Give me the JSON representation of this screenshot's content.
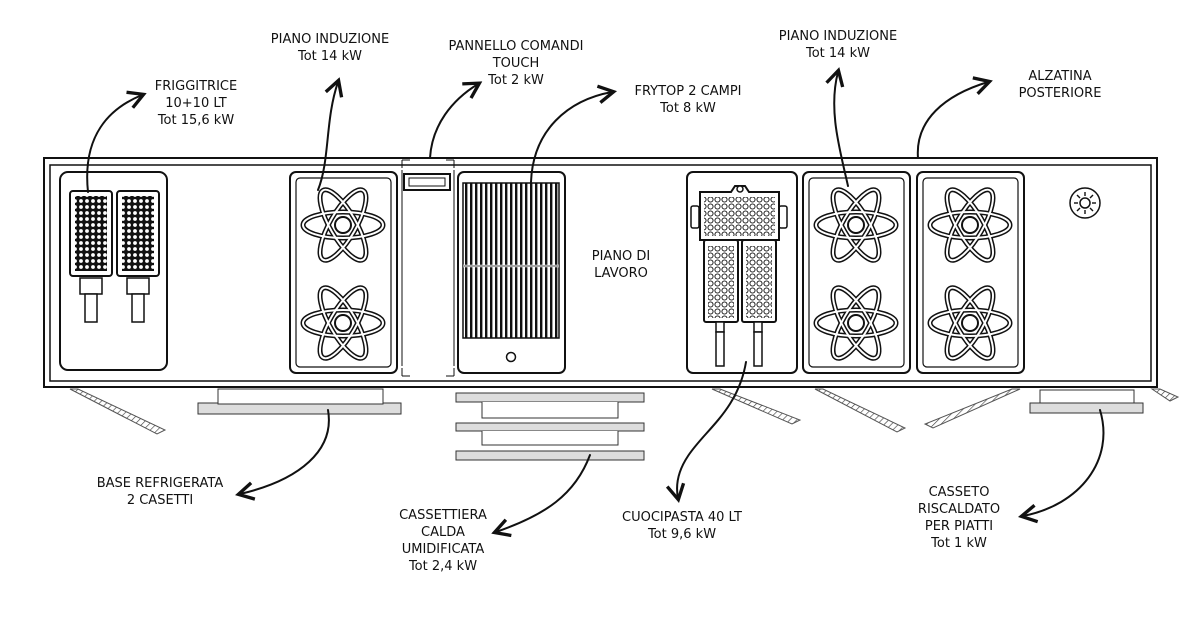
{
  "labels": {
    "friggitrice": {
      "l1": "FRIGGITRICE",
      "l2": "10+10 LT",
      "l3": "Tot 15,6 kW"
    },
    "induzione_1": {
      "l1": "PIANO INDUZIONE",
      "l2": "Tot 14 kW"
    },
    "pannello": {
      "l1": "PANNELLO COMANDI",
      "l2": "TOUCH",
      "l3": "Tot 2 kW"
    },
    "frytop": {
      "l1": "FRYTOP 2 CAMPI",
      "l2": "Tot 8 kW"
    },
    "induzione_2": {
      "l1": "PIANO INDUZIONE",
      "l2": "Tot 14 kW"
    },
    "alzatina": {
      "l1": "ALZATINA",
      "l2": "POSTERIORE"
    },
    "piano_lavoro": {
      "l1": "PIANO DI",
      "l2": "LAVORO"
    },
    "base_refrigerata": {
      "l1": "BASE REFRIGERATA",
      "l2": "2 CASETTI"
    },
    "cassettiera": {
      "l1": "CASSETTIERA",
      "l2": "CALDA",
      "l3": "UMIDIFICATA",
      "l4": "Tot 2,4 kW"
    },
    "cuocipasta": {
      "l1": "CUOCIPASTA 40 LT",
      "l2": "Tot 9,6 kW"
    },
    "casseto": {
      "l1": "CASSETO",
      "l2": "RISCALDATO",
      "l3": "PER PIATTI",
      "l4": "Tot 1 kW"
    }
  },
  "icons": {
    "knob": "sun-knob-icon",
    "induction": "induction-zone-icon",
    "frybasket": "fry-basket-icon",
    "pastabasket": "pasta-basket-icon"
  },
  "colors": {
    "line": "#111111",
    "fill": "#ffffff",
    "hatch": "#555555",
    "shadow": "#dddddd"
  }
}
